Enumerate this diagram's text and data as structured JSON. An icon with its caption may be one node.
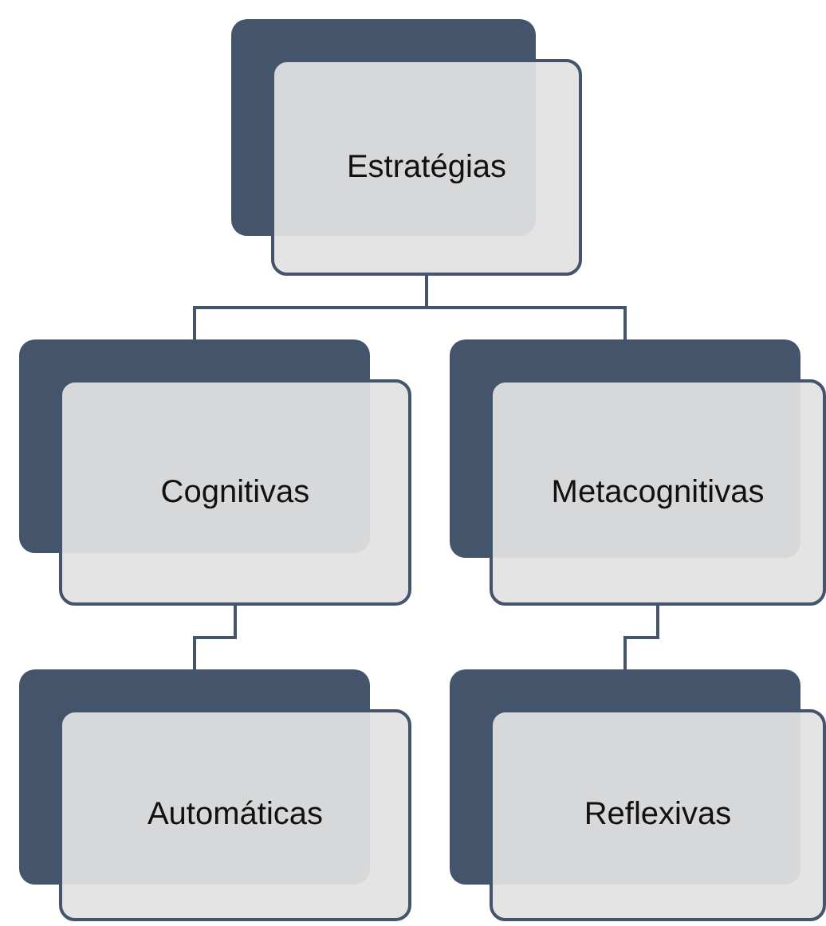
{
  "diagram": {
    "nodes": [
      {
        "text": [
          "Estratégias"
        ]
      },
      {
        "text": [
          "Cognitivas"
        ]
      },
      {
        "text": [
          "Metacognitivas"
        ]
      },
      {
        "text": [
          "Automáticas"
        ]
      },
      {
        "text": [
          "Reflexivas"
        ]
      }
    ],
    "edges": [
      {
        "from": 0,
        "to": 1,
        "arrow": "none"
      },
      {
        "from": 0,
        "to": 2,
        "arrow": "none"
      },
      {
        "from": 1,
        "to": 3,
        "arrow": "none"
      },
      {
        "from": 2,
        "to": 4,
        "arrow": "none"
      }
    ]
  }
}
